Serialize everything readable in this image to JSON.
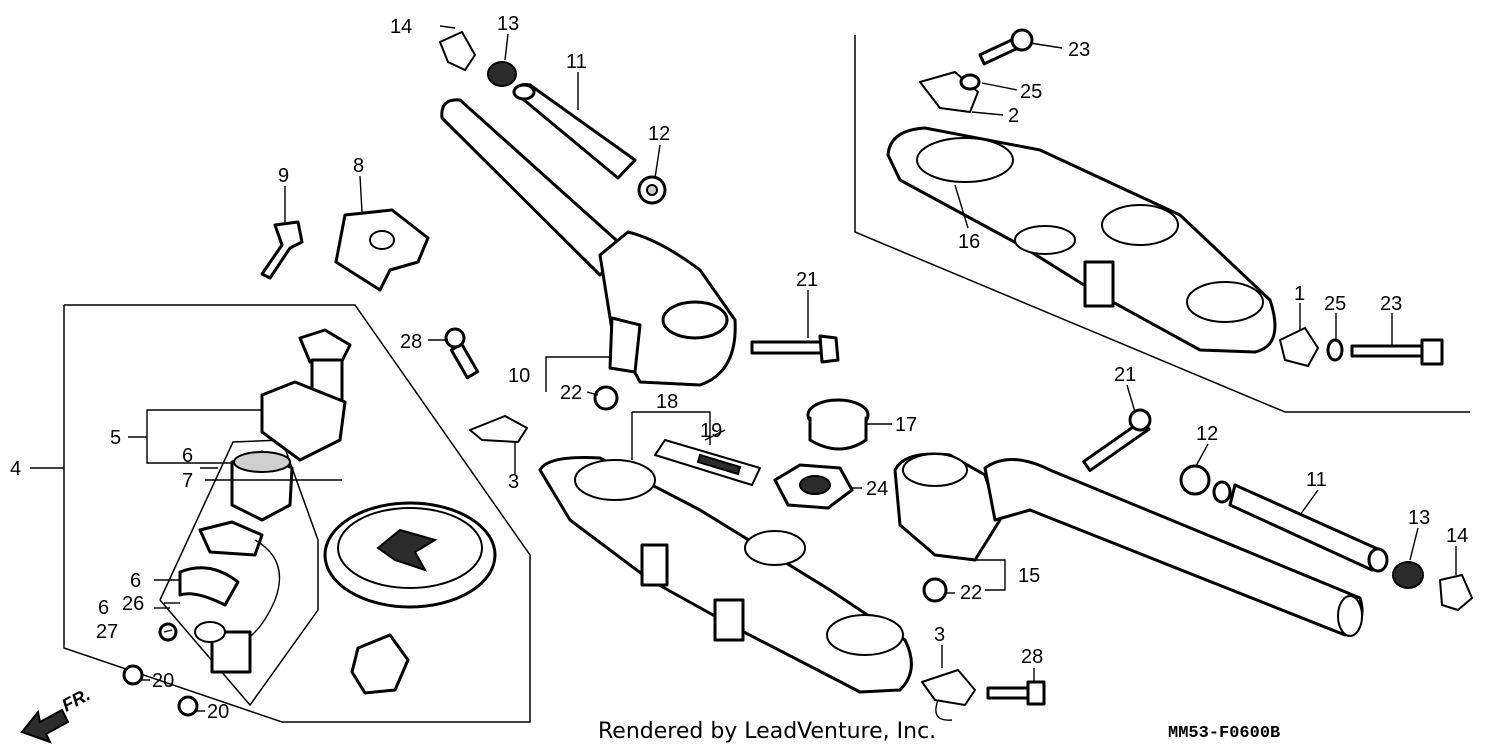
{
  "credit": "Rendered by LeadVenture, Inc.",
  "reference_code": "MM53-F0600B",
  "front_label": "FR.",
  "callouts": [
    {
      "id": "c1",
      "text": "1"
    },
    {
      "id": "c2",
      "text": "2"
    },
    {
      "id": "c3a",
      "text": "3"
    },
    {
      "id": "c3b",
      "text": "3"
    },
    {
      "id": "c4",
      "text": "4"
    },
    {
      "id": "c5",
      "text": "5"
    },
    {
      "id": "c6a",
      "text": "6"
    },
    {
      "id": "c6b",
      "text": "6"
    },
    {
      "id": "c6c",
      "text": "6"
    },
    {
      "id": "c7",
      "text": "7"
    },
    {
      "id": "c8",
      "text": "8"
    },
    {
      "id": "c9",
      "text": "9"
    },
    {
      "id": "c10",
      "text": "10"
    },
    {
      "id": "c11a",
      "text": "11"
    },
    {
      "id": "c11b",
      "text": "11"
    },
    {
      "id": "c12a",
      "text": "12"
    },
    {
      "id": "c12b",
      "text": "12"
    },
    {
      "id": "c13a",
      "text": "13"
    },
    {
      "id": "c13b",
      "text": "13"
    },
    {
      "id": "c14a",
      "text": "14"
    },
    {
      "id": "c14b",
      "text": "14"
    },
    {
      "id": "c15",
      "text": "15"
    },
    {
      "id": "c16",
      "text": "16"
    },
    {
      "id": "c17",
      "text": "17"
    },
    {
      "id": "c18",
      "text": "18"
    },
    {
      "id": "c19",
      "text": "19"
    },
    {
      "id": "c20a",
      "text": "20"
    },
    {
      "id": "c20b",
      "text": "20"
    },
    {
      "id": "c21a",
      "text": "21"
    },
    {
      "id": "c21b",
      "text": "21"
    },
    {
      "id": "c22a",
      "text": "22"
    },
    {
      "id": "c22b",
      "text": "22"
    },
    {
      "id": "c23a",
      "text": "23"
    },
    {
      "id": "c23b",
      "text": "23"
    },
    {
      "id": "c24",
      "text": "24"
    },
    {
      "id": "c25a",
      "text": "25"
    },
    {
      "id": "c25b",
      "text": "25"
    },
    {
      "id": "c26",
      "text": "26"
    },
    {
      "id": "c27",
      "text": "27"
    },
    {
      "id": "c28a",
      "text": "28"
    },
    {
      "id": "c28b",
      "text": "28"
    }
  ]
}
